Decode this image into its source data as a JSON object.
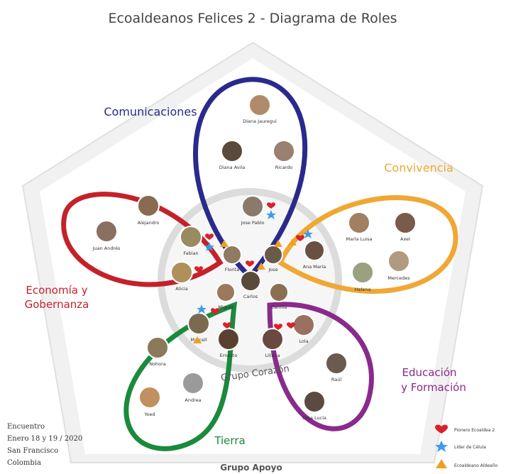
{
  "title": "Ecoaldeanos Felices 2 -  Diagrama de Roles",
  "colors": {
    "communications": "#2a2a8c",
    "coexistence": "#f0a733",
    "economy": "#c4212b",
    "education": "#8a2a8c",
    "earth": "#1a8a3c",
    "center_ring": "#d8d8d8",
    "pentagon": "#e6e6e6",
    "heart": "#d8222a",
    "star": "#3d9be9",
    "triangle": "#f0a020"
  },
  "groups": {
    "communications": "Comunicaciones",
    "coexistence": "Convivencia",
    "economy_line1": "Economía y",
    "economy_line2": "Gobernanza",
    "education_line1": "Educación",
    "education_line2": "y Formación",
    "earth": "Tierra",
    "core": "Grupo Corazón",
    "support": "Grupo Apoyo"
  },
  "people": {
    "diana_jauregui": "Diana Jauregui",
    "diana_avila": "Diana Avila",
    "ricardo": "Ricardo",
    "jose_pablo": "Jose Pablo",
    "maria_luisa": "María Luisa",
    "axel": "Axel",
    "helena": "Helena",
    "mercedes": "Mercedes",
    "alejandro": "Alejandro",
    "juan_andres": "Juan Andrés",
    "fabian": "Fabian",
    "alicia": "Alicia",
    "florita": "Florita",
    "jose": "Jose",
    "ana_maria": "Ana María",
    "carlos": "Carlos",
    "miguel": "Miguel",
    "camila": "Camila",
    "marcell": "Marcell",
    "ernesto": "Ernesto",
    "liliana": "Liliana",
    "lola": "Lola",
    "raul": "Raúl",
    "olga_lucia": "Olga Lucía",
    "nohora": "Nohora",
    "andrea": "Andrea",
    "yoed": "Yoed"
  },
  "footer": {
    "line1": "Encuentro",
    "line2": "Enero 18 y 19 / 2020",
    "line3": "San Francisco",
    "line4": "Colombia"
  },
  "legend": {
    "heart": "Pionero Ecoaldea 2",
    "star": "Líder de Célula",
    "triangle": "Ecoaldeano Aldeaño"
  }
}
